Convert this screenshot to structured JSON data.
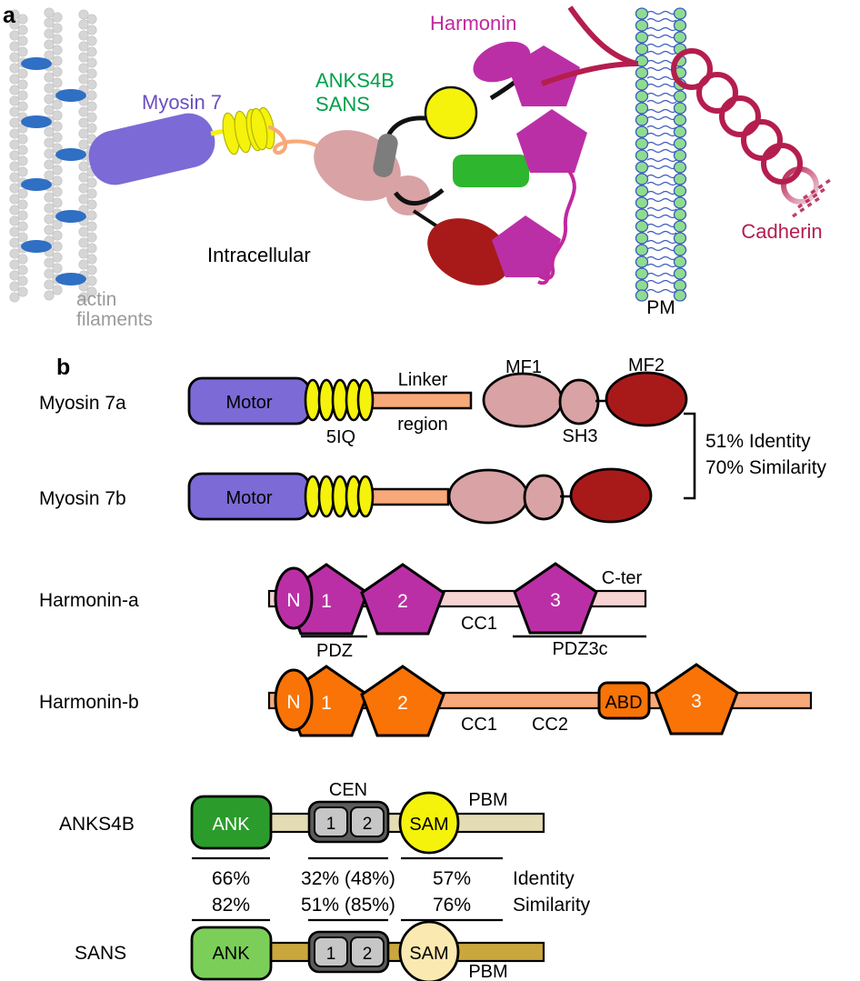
{
  "figure": {
    "panel_a": {
      "letter": "a",
      "labels": {
        "myosin7": "Myosin 7",
        "anks4b": "ANKS4B",
        "sans": "SANS",
        "harmonin": "Harmonin",
        "cadherin": "Cadherin",
        "intracellular": "Intracellular",
        "pm": "PM",
        "actin": "actin",
        "filaments": "filaments"
      },
      "colors": {
        "myosin_label": "#6a4fc0",
        "anks_label": "#00a04a",
        "harmonin_label": "#c0289f",
        "cadherin_label": "#b41e4e",
        "actin_label": "#9a9a9a",
        "motor_purple": "#7c6ad6",
        "iq_yellow": "#f5f20b",
        "linker_orange": "#f7a97a",
        "mf_rose": "#d9a2a4",
        "mf2_darkred": "#a81a1a",
        "sam_yellow": "#f5f20b",
        "ank_green": "#2ea82e",
        "cen_gray": "#8c8c8c",
        "harmonin_magenta": "#bb2fa6",
        "membrane_head": "#8fdc8f",
        "membrane_tail": "#3a5bbf",
        "actin_bead": "#d6d6d6",
        "actin_cross": "#2f6fc4",
        "cadherin_ring": "#b41e4e"
      }
    },
    "panel_b": {
      "letter": "b",
      "rows": [
        {
          "name": "Myosin 7a",
          "domains": [
            "Motor",
            "5IQ",
            "Linker",
            "region",
            "MF1",
            "SH3",
            "MF2"
          ]
        },
        {
          "name": "Myosin 7b",
          "domains": [
            "Motor"
          ]
        },
        {
          "name": "Harmonin-a",
          "domains": [
            "N",
            "1",
            "2",
            "3",
            "PDZ",
            "CC1",
            "C-ter",
            "PDZ3c"
          ]
        },
        {
          "name": "Harmonin-b",
          "domains": [
            "N",
            "1",
            "2",
            "ABD",
            "3",
            "CC1",
            "CC2"
          ]
        },
        {
          "name": "ANKS4B",
          "domains": [
            "ANK",
            "CEN",
            "1",
            "2",
            "SAM",
            "PBM"
          ]
        },
        {
          "name": "SANS",
          "domains": [
            "ANK",
            "1",
            "2",
            "SAM",
            "PBM"
          ]
        }
      ],
      "myosin_comparison": {
        "identity": "51% Identity",
        "similarity": "70% Similarity"
      },
      "anks_sans_comparison": {
        "row_labels": [
          "Identity",
          "Similarity"
        ],
        "identity": [
          "66%",
          "32% (48%)",
          "57%"
        ],
        "similarity": [
          "82%",
          "51% (85%)",
          "76%"
        ]
      }
    }
  }
}
